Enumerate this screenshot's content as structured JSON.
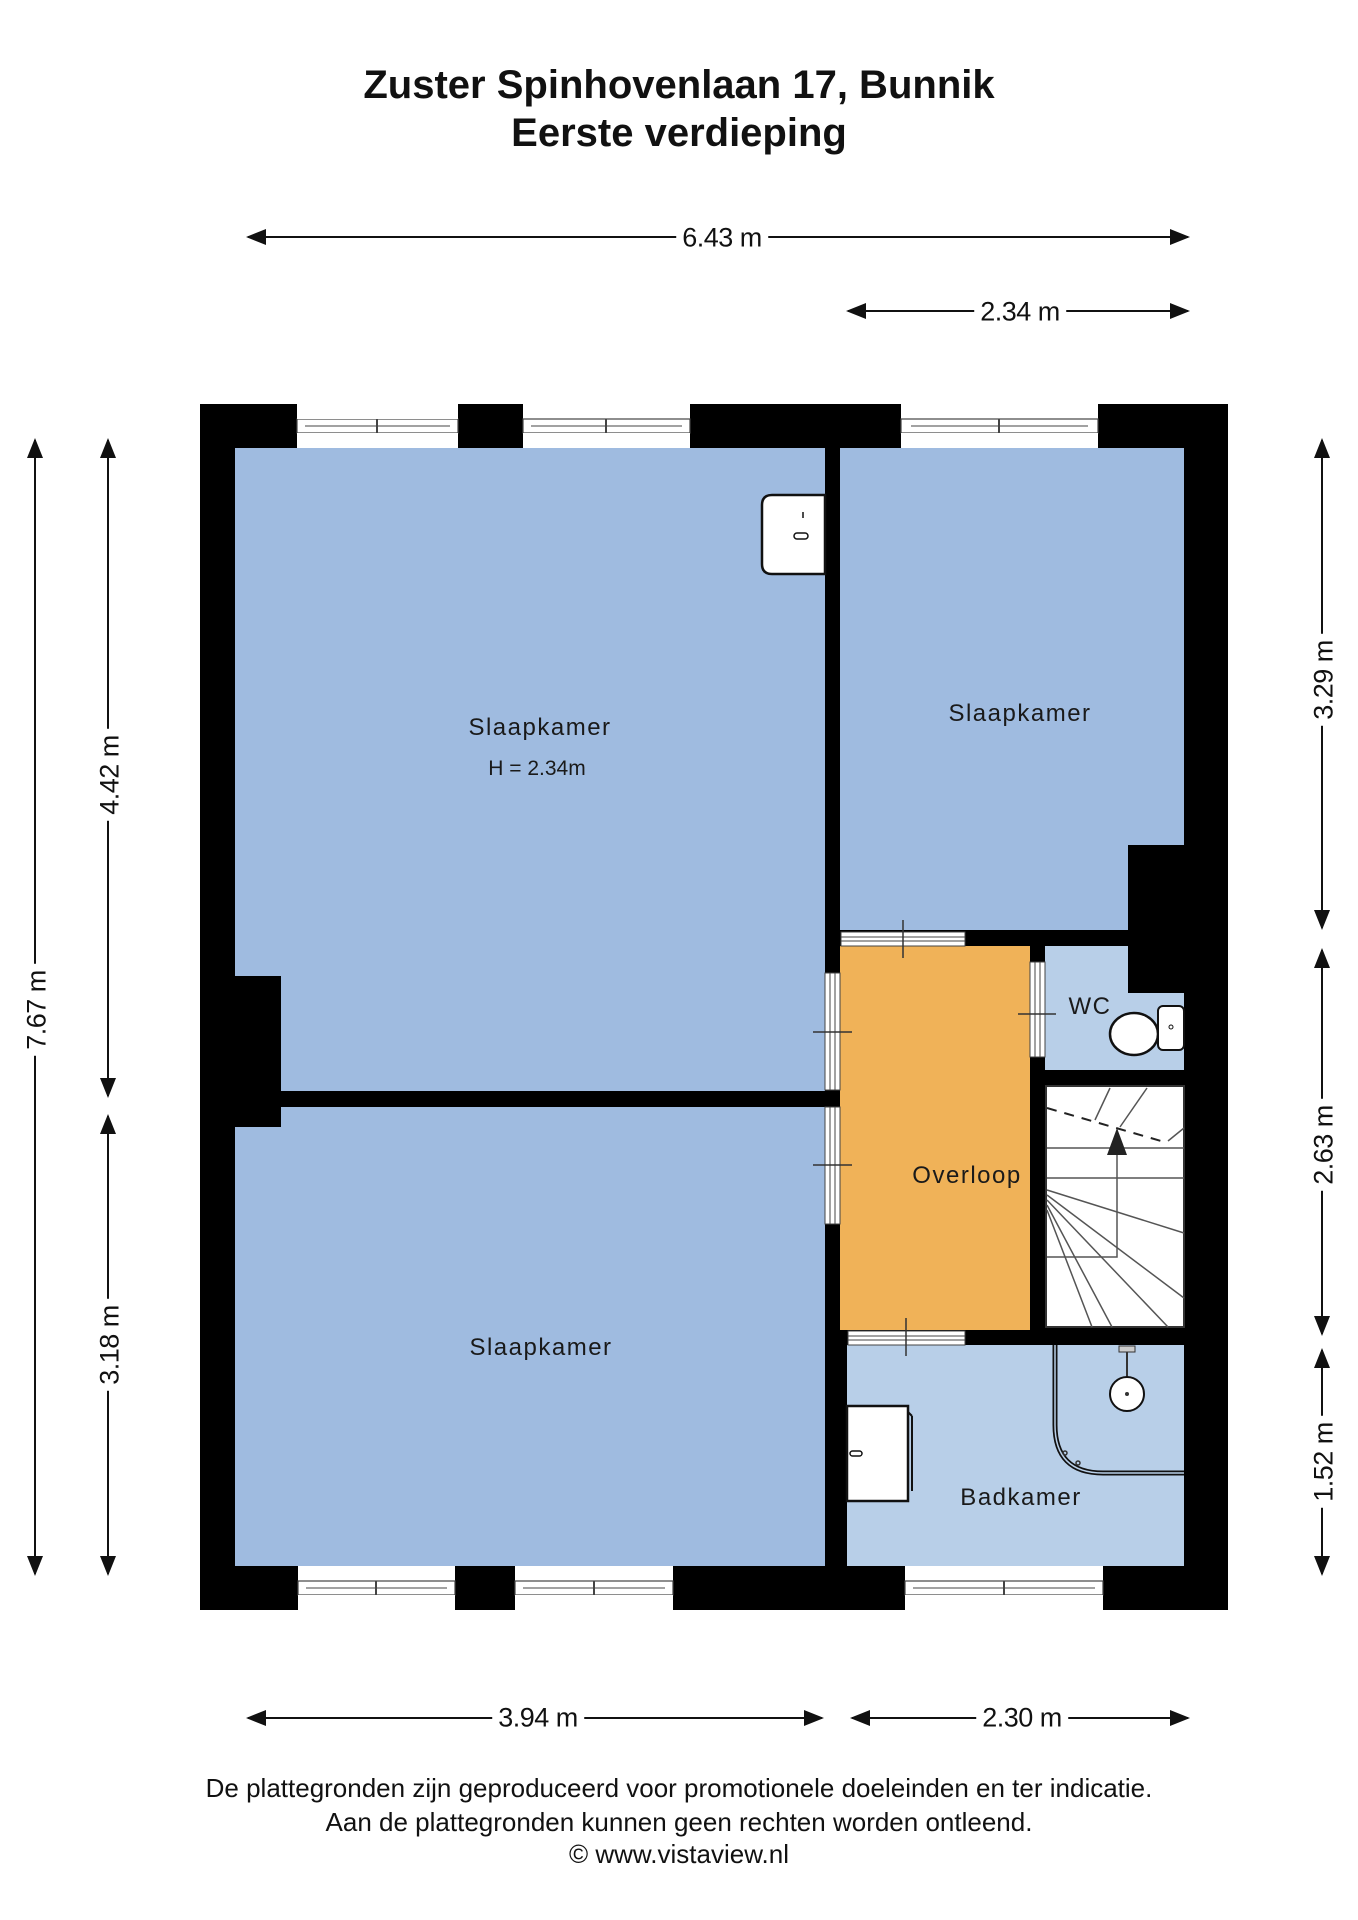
{
  "header": {
    "title_line1": "Zuster Spinhovenlaan 17, Bunnik",
    "title_line2": "Eerste verdieping"
  },
  "colors": {
    "bedroom_fill": "#9fbbe0",
    "wet_room_fill": "#b8cfe8",
    "landing_fill": "#f0b258",
    "stair_fill": "#ffffff",
    "wall": "#000000"
  },
  "rooms": [
    {
      "id": "bedroom-main",
      "label": "Slaapkamer",
      "sublabel": "H = 2.34m"
    },
    {
      "id": "bedroom-right",
      "label": "Slaapkamer"
    },
    {
      "id": "bedroom-bottom",
      "label": "Slaapkamer"
    },
    {
      "id": "landing",
      "label": "Overloop"
    },
    {
      "id": "toilet",
      "label": "WC"
    },
    {
      "id": "bathroom",
      "label": "Badkamer"
    }
  ],
  "dimensions": {
    "top_total": "6.43 m",
    "top_right": "2.34 m",
    "bottom_left": "3.94 m",
    "bottom_right": "2.30 m",
    "left_total": "7.67 m",
    "left_upper": "4.42 m",
    "left_lower": "3.18 m",
    "right_upper": "3.29 m",
    "right_middle": "2.63 m",
    "right_lower": "1.52 m"
  },
  "footer": {
    "line1": "De plattegronden zijn geproduceerd voor promotionele doeleinden en ter indicatie.",
    "line2": "Aan de plattegronden kunnen geen rechten worden ontleend.",
    "line3": "© www.vistaview.nl"
  }
}
